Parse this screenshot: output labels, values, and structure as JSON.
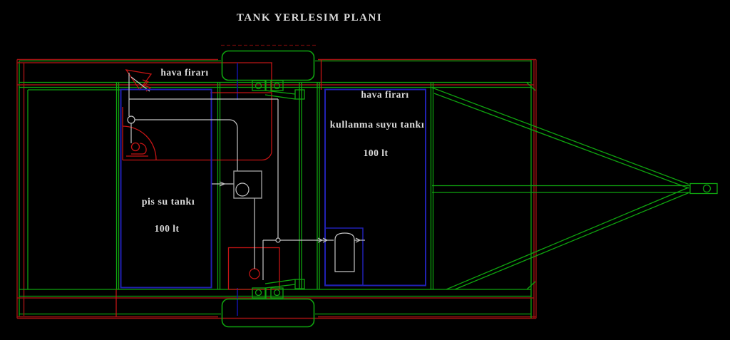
{
  "title": "TANK YERLESIM PLANI",
  "labels": {
    "left_vent": "hava firarı",
    "left_tank_name": "pis su tankı",
    "left_tank_capacity": "100 lt",
    "right_vent": "hava firarı",
    "right_tank_name": "kullanma suyu tankı",
    "right_tank_capacity": "100 lt"
  },
  "colors": {
    "green": "#0FA40F",
    "dred": "#9E1212",
    "red": "#C41414",
    "maroon": "#6E0A0A",
    "blue": "#2121B2",
    "centerline": "#12129E",
    "pipe": "#C4C4C4",
    "gray": "#9A9A9A",
    "text": "#DCDCDC",
    "background": "#000000"
  }
}
